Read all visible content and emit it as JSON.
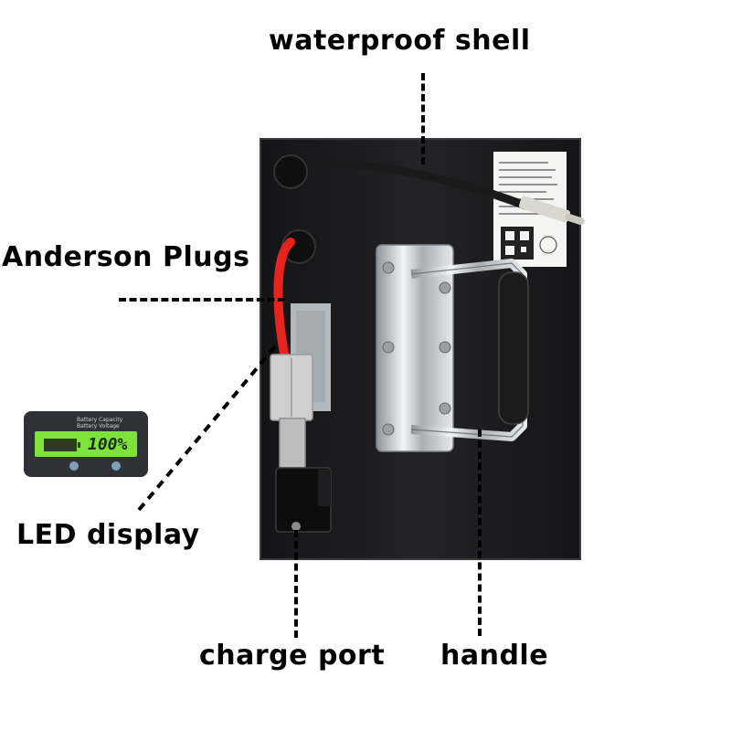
{
  "labels": {
    "waterproof_shell": "waterproof shell",
    "anderson_plugs": "Anderson Plugs",
    "led_display": "LED display",
    "charge_port": "charge port",
    "handle": "handle"
  },
  "led_display": {
    "caption_line1": "Battery Capacity",
    "caption_line2": "Battery Voltage",
    "reading": "100%"
  },
  "colors": {
    "battery_body": "#1c1c1e",
    "red_cable": "#e5231f",
    "black_cable": "#1a1a1a",
    "lcd_screen": "#7de23b",
    "plug_housing": "#cfcfcf",
    "chrome": "#c9cdd2"
  }
}
